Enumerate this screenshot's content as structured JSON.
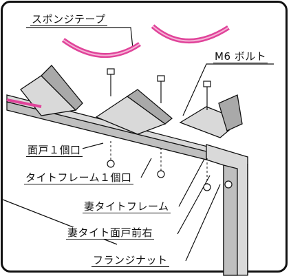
{
  "labels": {
    "sponge_tape": "スポンジテープ",
    "m6_bolt": "M6 ボルト",
    "mendo_1koguchi": "面戸１個口",
    "tight_frame_1koguchi": "タイトフレーム１個口",
    "tsuma_tight_frame": "妻タイトフレーム",
    "tsuma_tight_mendo_maemigi": "妻タイト面戸前右",
    "flange_nut": "フランジナット"
  },
  "colors": {
    "outline": "#111111",
    "sponge_tape": "#e0449a",
    "sponge_tape_light": "#f6b3d6",
    "metal_fill": "#d9d9d9",
    "metal_shade": "#a9a9a9"
  }
}
